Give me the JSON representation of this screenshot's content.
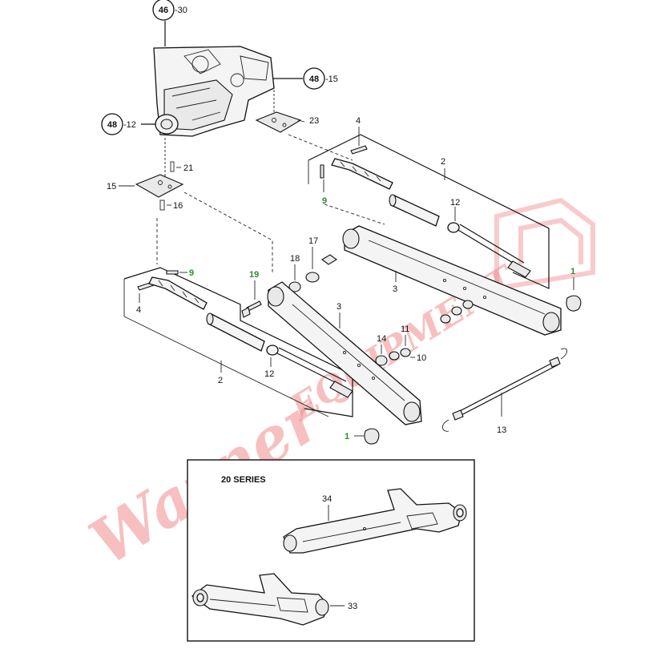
{
  "watermark": {
    "text_main": "Warner",
    "text_sub": "EQUIPMENT",
    "color": "#f28b8b"
  },
  "callouts": {
    "ref_46": {
      "circle": "46",
      "suffix": "-30"
    },
    "ref_48_15": {
      "circle": "48",
      "suffix": "-15"
    },
    "ref_48_12": {
      "circle": "48",
      "suffix": "-12"
    }
  },
  "labels": {
    "p23": "23",
    "p21": "21",
    "p15": "15",
    "p16": "16",
    "p4a": "4",
    "p2a": "2",
    "p9a": "9",
    "p12a": "12",
    "p17": "17",
    "p18": "18",
    "p3a": "3",
    "p1a": "1",
    "p19": "19",
    "p9b": "9",
    "p4b": "4",
    "p3b": "3",
    "p14": "14",
    "p11": "11",
    "p10": "10",
    "p12b": "12",
    "p2b": "2",
    "p13": "13",
    "p1b": "1",
    "p34": "34",
    "p33": "33"
  },
  "inset": {
    "title": "20 SERIES"
  },
  "colors": {
    "green_label": "#2e8b2e",
    "line": "#111111"
  }
}
